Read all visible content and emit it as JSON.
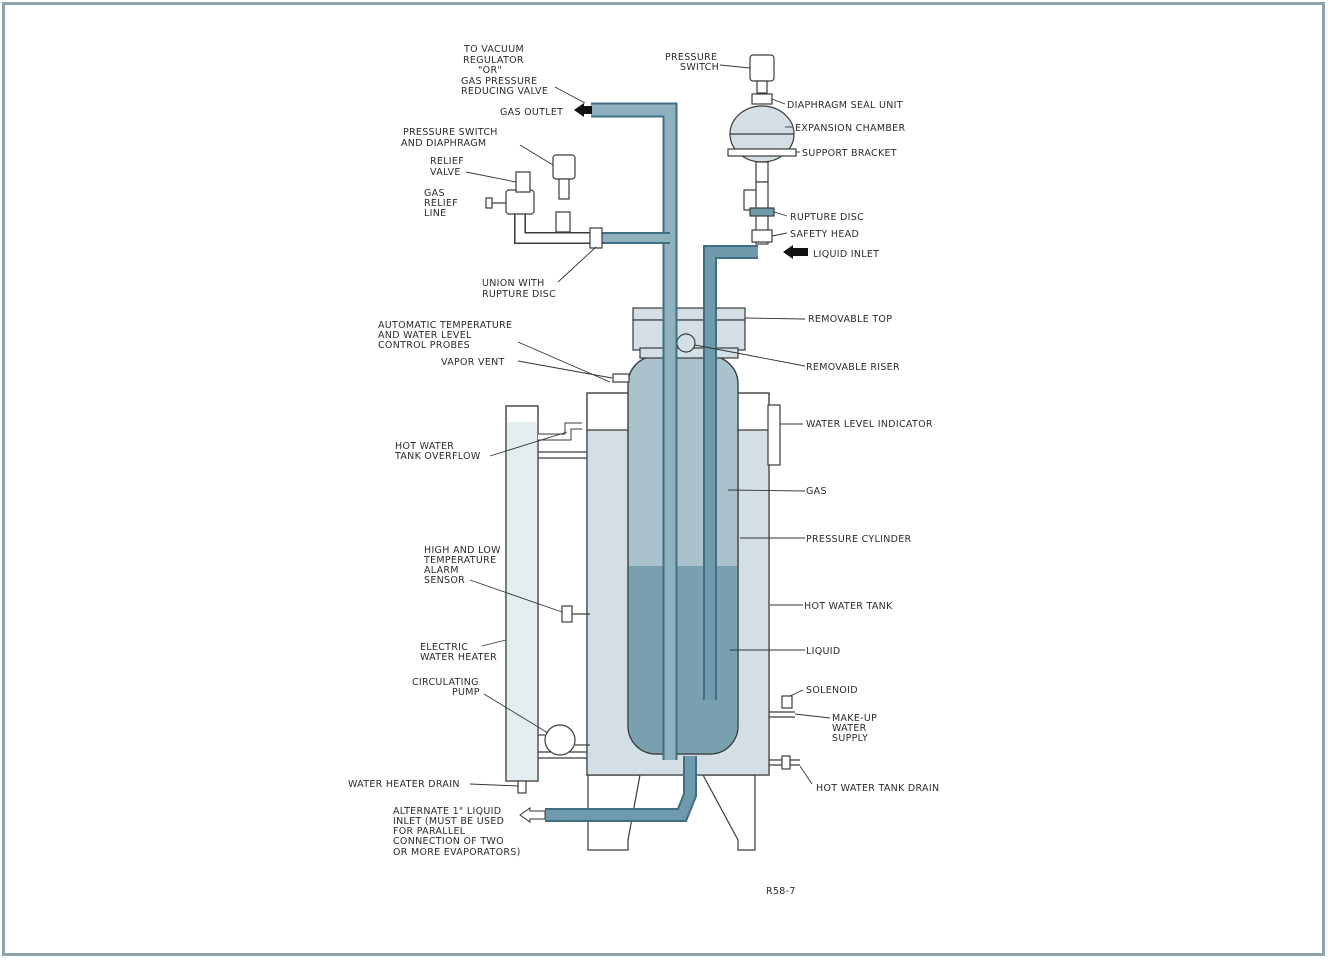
{
  "colors": {
    "frame": "#8fa3ad",
    "tank_fill": "#d3dfe4",
    "gas_fill": "#a9c2cc",
    "liquid_fill": "#78a0b0",
    "pipe_fill": "#5c8ea3",
    "pipe_dark": "#3f6f83",
    "water_level_fill": "#e3ecef"
  },
  "labels": {
    "to_vacuum_regulator": [
      "TO VACUUM",
      "REGULATOR",
      "\"OR\"",
      "GAS PRESSURE",
      "REDUCING VALVE"
    ],
    "gas_outlet": "GAS OUTLET",
    "pressure_switch_top": [
      "PRESSURE",
      "SWITCH"
    ],
    "diaphragm_seal_unit": "DIAPHRAGM SEAL UNIT",
    "expansion_chamber": "EXPANSION CHAMBER",
    "support_bracket": "SUPPORT BRACKET",
    "pressure_switch_and_diaphragm": [
      "PRESSURE SWITCH",
      "AND DIAPHRAGM"
    ],
    "relief_valve": [
      "RELIEF",
      "VALVE"
    ],
    "gas_relief_line": [
      "GAS",
      "RELIEF",
      "LINE"
    ],
    "rupture_disc": "RUPTURE DISC",
    "safety_head": "SAFETY HEAD",
    "liquid_inlet": "LIQUID INLET",
    "union_with_rupture_disc": [
      "UNION WITH",
      "RUPTURE DISC"
    ],
    "removable_top": "REMOVABLE TOP",
    "automatic_probes": [
      "AUTOMATIC TEMPERATURE",
      "AND WATER LEVEL",
      "CONTROL PROBES"
    ],
    "vapor_vent": "VAPOR VENT",
    "removable_riser": "REMOVABLE RISER",
    "water_level_indicator": "WATER LEVEL INDICATOR",
    "hot_water_tank_overflow": [
      "HOT WATER",
      "TANK OVERFLOW"
    ],
    "gas": "GAS",
    "pressure_cylinder": "PRESSURE CYLINDER",
    "alarm_sensor": [
      "HIGH AND LOW",
      "TEMPERATURE",
      "ALARM",
      "SENSOR"
    ],
    "hot_water_tank": "HOT WATER TANK",
    "electric_water_heater": [
      "ELECTRIC",
      "WATER HEATER"
    ],
    "liquid": "LIQUID",
    "circulating_pump": [
      "CIRCULATING",
      "PUMP"
    ],
    "solenoid": "SOLENOID",
    "make_up_water_supply": [
      "MAKE-UP",
      "WATER",
      "SUPPLY"
    ],
    "water_heater_drain": "WATER HEATER DRAIN",
    "hot_water_tank_drain": "HOT WATER TANK DRAIN",
    "alternate_liquid_inlet": [
      "ALTERNATE 1\" LIQUID",
      "INLET (MUST BE USED",
      "FOR PARALLEL",
      "CONNECTION OF TWO",
      "OR MORE EVAPORATORS)"
    ],
    "figure_id": "R58-7"
  }
}
